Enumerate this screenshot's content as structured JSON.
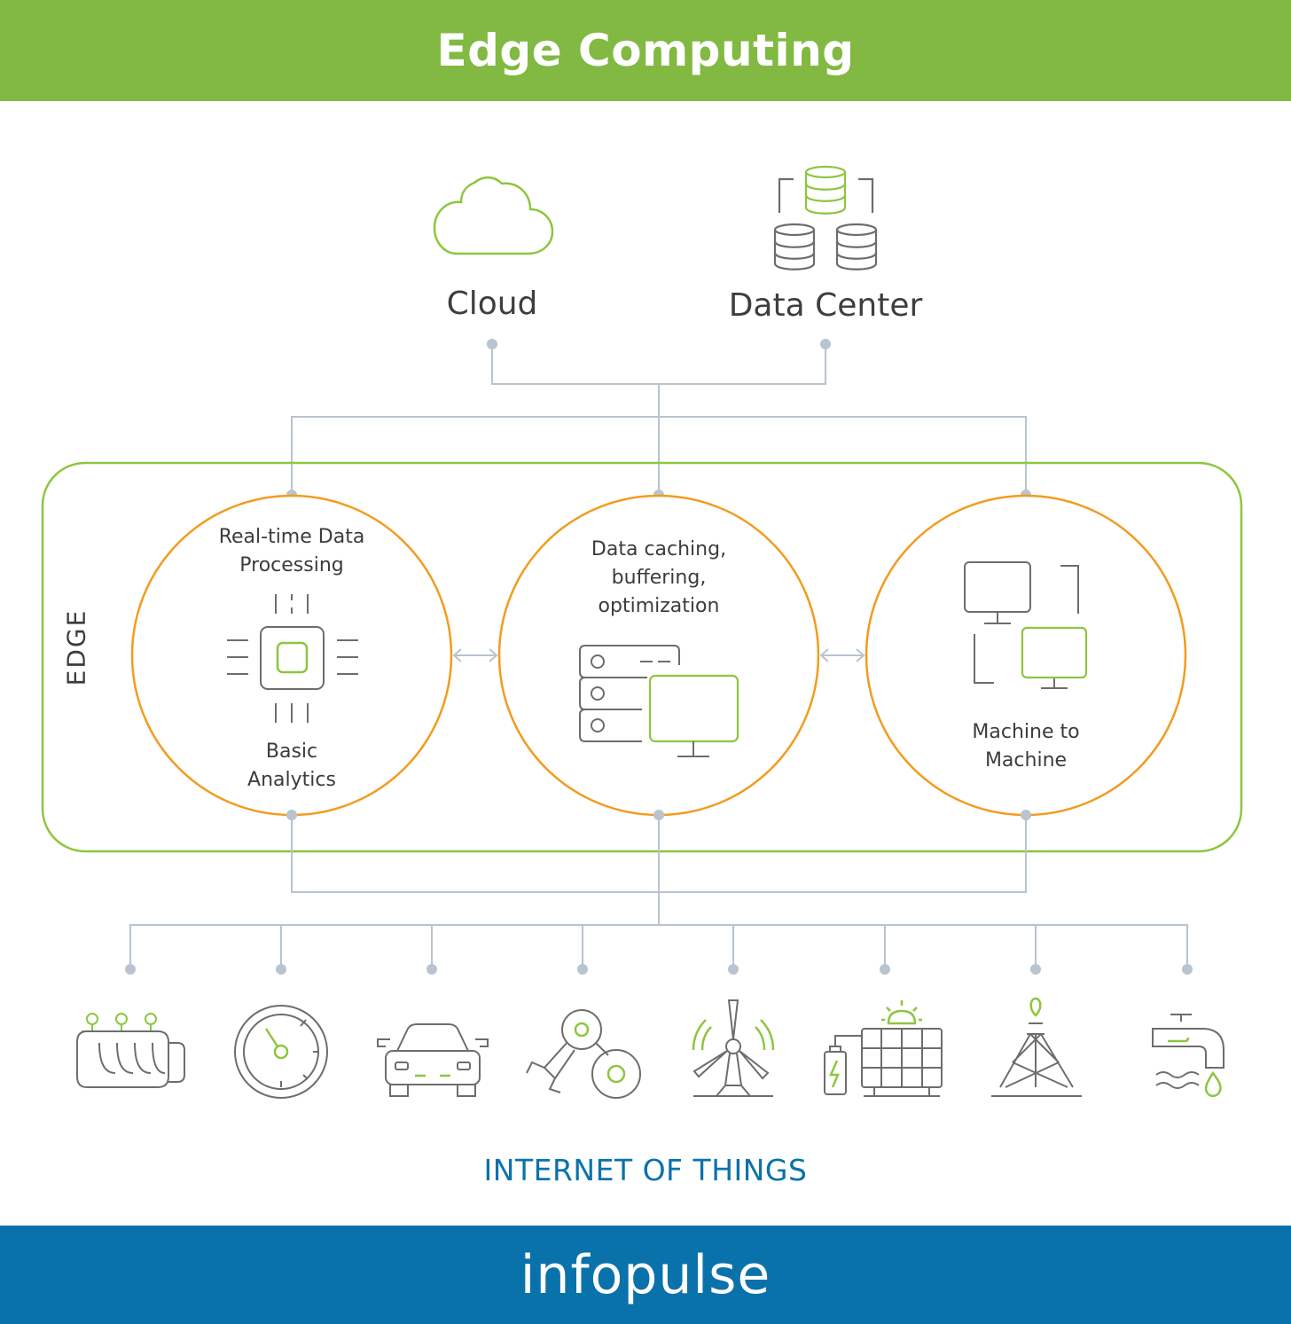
{
  "header": {
    "title": "Edge Computing"
  },
  "top_nodes": {
    "cloud": {
      "label": "Cloud",
      "icon": "cloud-icon"
    },
    "data_center": {
      "label": "Data Center",
      "icon": "database-icon"
    }
  },
  "edge": {
    "label": "EDGE",
    "nodes": [
      {
        "label_top": "Real-time Data Processing",
        "label_bottom": "Basic Analytics",
        "icon": "processor-chip-icon"
      },
      {
        "label_top": "Data caching, buffering, optimization",
        "icon": "server-monitor-icon"
      },
      {
        "label_bottom": "Machine to Machine",
        "icon": "two-monitors-icon"
      }
    ]
  },
  "iot": {
    "title": "INTERNET OF THINGS",
    "devices": [
      "engine-icon",
      "gauge-icon",
      "car-icon",
      "robot-arm-icon",
      "wind-turbine-icon",
      "solar-panel-icon",
      "oil-rig-icon",
      "water-tap-icon"
    ]
  },
  "footer": {
    "brand": "infopulse"
  },
  "colors": {
    "header_green": "#82b942",
    "footer_blue": "#0a72ab",
    "accent_green": "#8dc63f",
    "circle_orange": "#f29c1f",
    "line_gray": "#b8c4cf",
    "icon_gray": "#6d6d6d",
    "iot_blue": "#0a72ab"
  }
}
